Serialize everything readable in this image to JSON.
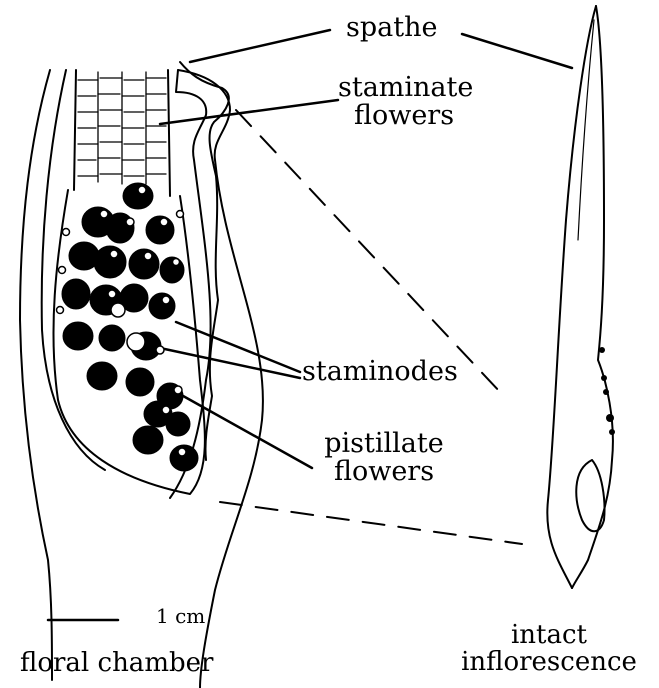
{
  "labels": {
    "spathe": "spathe",
    "staminate_line1": "staminate",
    "staminate_line2": "flowers",
    "staminodes": "staminodes",
    "pistillate_line1": "pistillate",
    "pistillate_line2": "flowers",
    "scale": "1 cm",
    "floral_chamber": "floral chamber",
    "intact_line1": "intact",
    "intact_line2": "inflorescence"
  },
  "colors": {
    "ink": "#000000",
    "paper": "#ffffff"
  }
}
